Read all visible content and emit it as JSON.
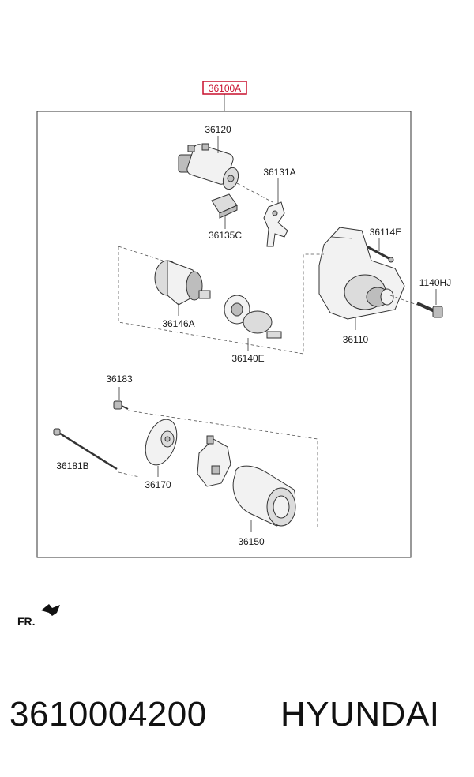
{
  "diagram": {
    "assembly_label": "36100A",
    "assembly_color": "#c8102e",
    "parts": {
      "solenoid": "36120",
      "lever": "36131A",
      "plunger": "36135C",
      "bolt_housing": "36114E",
      "mounting_bolt": "1140HJ",
      "armature": "36146A",
      "drive_gear": "36140E",
      "front_housing": "36110",
      "screw": "36183",
      "through_bolt": "36181B",
      "rear_cover": "36170",
      "brush_holder": "36150"
    },
    "direction_label": "FR."
  },
  "caption": {
    "part_number": "3610004200",
    "brand": "HYUNDAI"
  }
}
